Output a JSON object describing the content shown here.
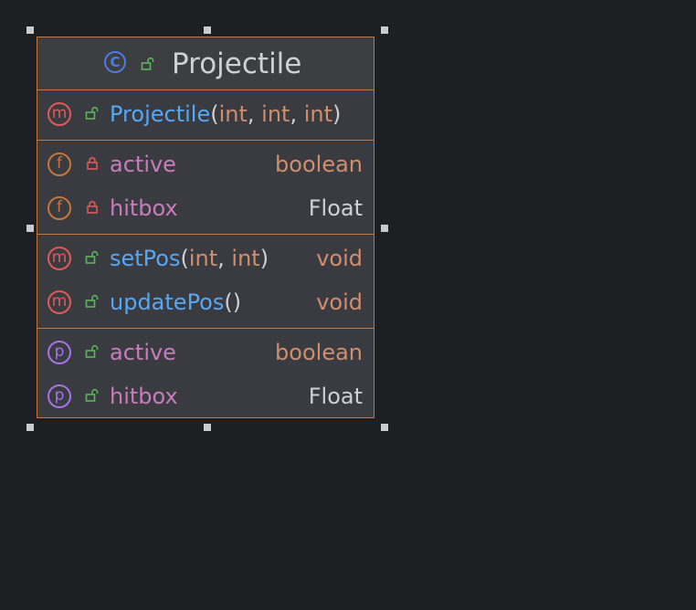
{
  "diagram": {
    "class_name": "Projectile",
    "class_badge": "C",
    "colors": {
      "border": "#c8753c",
      "class_icon": "#4f7ce0",
      "method_icon": "#e05a5a",
      "field_icon": "#c8753c",
      "property_icon": "#a673e8",
      "method_text": "#56a8f5",
      "field_text": "#c77dbb",
      "type_text": "#cf8e6d",
      "public_icon": "#5fb35f",
      "private_icon": "#e05a5a"
    },
    "constructor": {
      "badge": "m",
      "visibility": "public",
      "name": "Projectile",
      "open": "(",
      "params": [
        "int",
        "int",
        "int"
      ],
      "sep": ", ",
      "close": ")"
    },
    "fields": [
      {
        "badge": "f",
        "visibility": "private",
        "name": "active",
        "type": "boolean"
      },
      {
        "badge": "f",
        "visibility": "private",
        "name": "hitbox",
        "type": "Float"
      }
    ],
    "methods": [
      {
        "badge": "m",
        "visibility": "public",
        "name": "setPos",
        "open": "(",
        "params": [
          "int",
          "int"
        ],
        "close": ")",
        "type": "void"
      },
      {
        "badge": "m",
        "visibility": "public",
        "name": "updatePos",
        "open": "(",
        "params": [],
        "close": ")",
        "type": "void"
      }
    ],
    "properties": [
      {
        "badge": "p",
        "visibility": "public",
        "name": "active",
        "type": "boolean"
      },
      {
        "badge": "p",
        "visibility": "public",
        "name": "hitbox",
        "type": "Float"
      }
    ]
  }
}
